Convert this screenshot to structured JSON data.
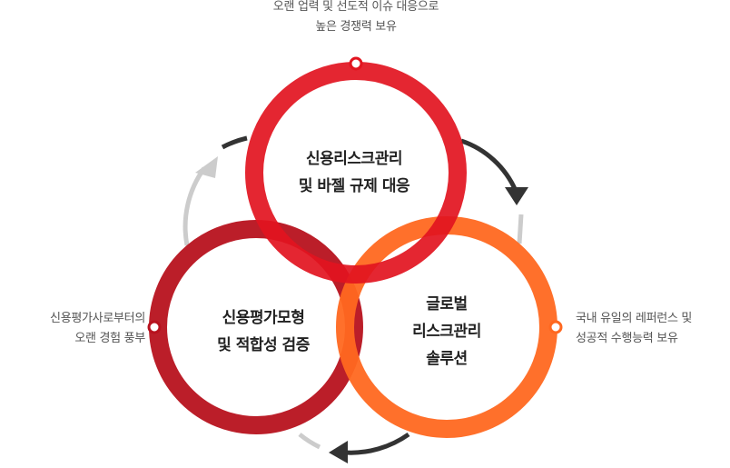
{
  "colors": {
    "top_ring": "#e2141f",
    "left_ring": "#b7121e",
    "right_ring": "#ff6820",
    "arrow_dark": "#333333",
    "arrow_light": "#cccccc",
    "inner_fill": "#ffffff"
  },
  "circles": {
    "top": {
      "lines": [
        "신용리스크관리",
        "및 바젤 규제 대응"
      ]
    },
    "left": {
      "lines": [
        "신용평가모형",
        "및 적합성 검증"
      ]
    },
    "right": {
      "lines": [
        "글로벌",
        "리스크관리",
        "솔루션"
      ]
    }
  },
  "annotations": {
    "top": {
      "lines": [
        "오랜 업력 및 선도적 이슈 대응으로",
        "높은 경쟁력 보유"
      ]
    },
    "left": {
      "lines": [
        "신용평가사로부터의",
        "오랜 경험 풍부"
      ]
    },
    "right": {
      "lines": [
        "국내 유일의 레퍼런스 및",
        "성공적 수행능력 보유"
      ]
    }
  }
}
